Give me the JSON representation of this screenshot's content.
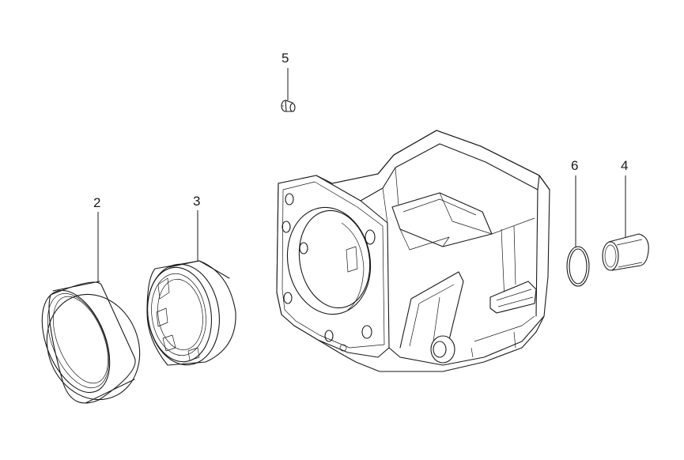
{
  "callouts": {
    "c2": "2",
    "c3": "3",
    "c4": "4",
    "c5": "5",
    "c6": "6"
  },
  "colors": {
    "line": "#1a1a1a",
    "background": "#ffffff"
  }
}
